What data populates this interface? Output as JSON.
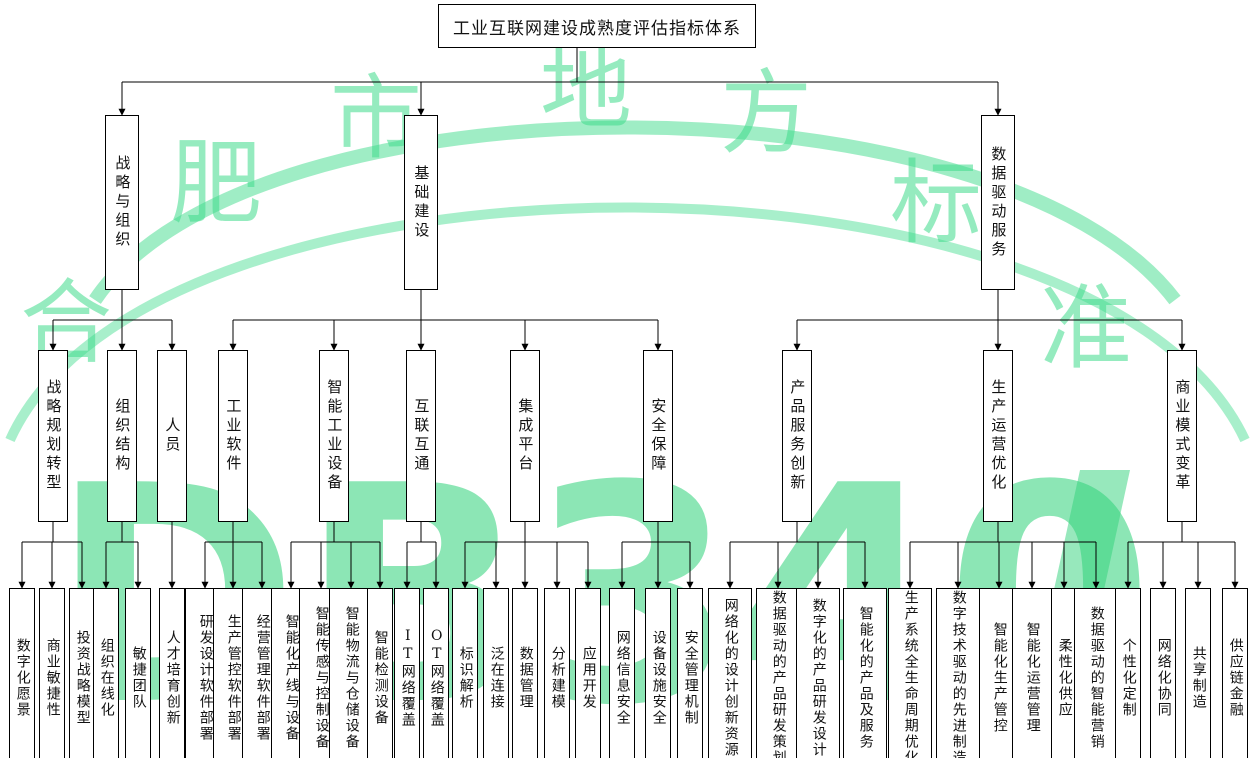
{
  "title": "工业互联网建设成熟度评估指标体系",
  "watermark": {
    "chars": [
      "合",
      "肥",
      "市",
      "地",
      "方",
      "标",
      "准"
    ],
    "code": "DB340",
    "color": "#2fd27a"
  },
  "level1": [
    "战略与组织",
    "基础建设",
    "数据驱动服务"
  ],
  "level2": [
    "战略规划转型",
    "组织结构",
    "人员",
    "工业软件",
    "智能工业设备",
    "互联互通",
    "集成平台",
    "安全保障",
    "产品服务创新",
    "生产运营优化",
    "商业模式变革"
  ],
  "level3": [
    "数字化愿景",
    "商业敏捷性",
    "投资战略模型",
    "组织在线化",
    "敏捷团队",
    "人才培育创新",
    "研发设计软件部署",
    "生产管控软件部署",
    "经营管理软件部署",
    "智能化产线与设备",
    "智能传感与控制设备",
    "智能物流与仓储设备",
    "智能检测设备",
    "IT网络覆盖",
    "OT网络覆盖",
    "标识解析",
    "泛在连接",
    "数据管理",
    "分析建模",
    "应用开发",
    "网络信息安全",
    "设备设施安全",
    "安全管理机制",
    "网络化的设计创新资源",
    "数据驱动的产品研发策划",
    "数字化的产品研发设计",
    "智能化的产品及服务",
    "生产系统全生命周期优化",
    "数字技术驱动的先进制造",
    "智能化生产管控",
    "智能化运营管理",
    "柔性化供应",
    "数据驱动的智能营销",
    "个性化定制",
    "网络化协同",
    "共享制造",
    "供应链金融"
  ]
}
